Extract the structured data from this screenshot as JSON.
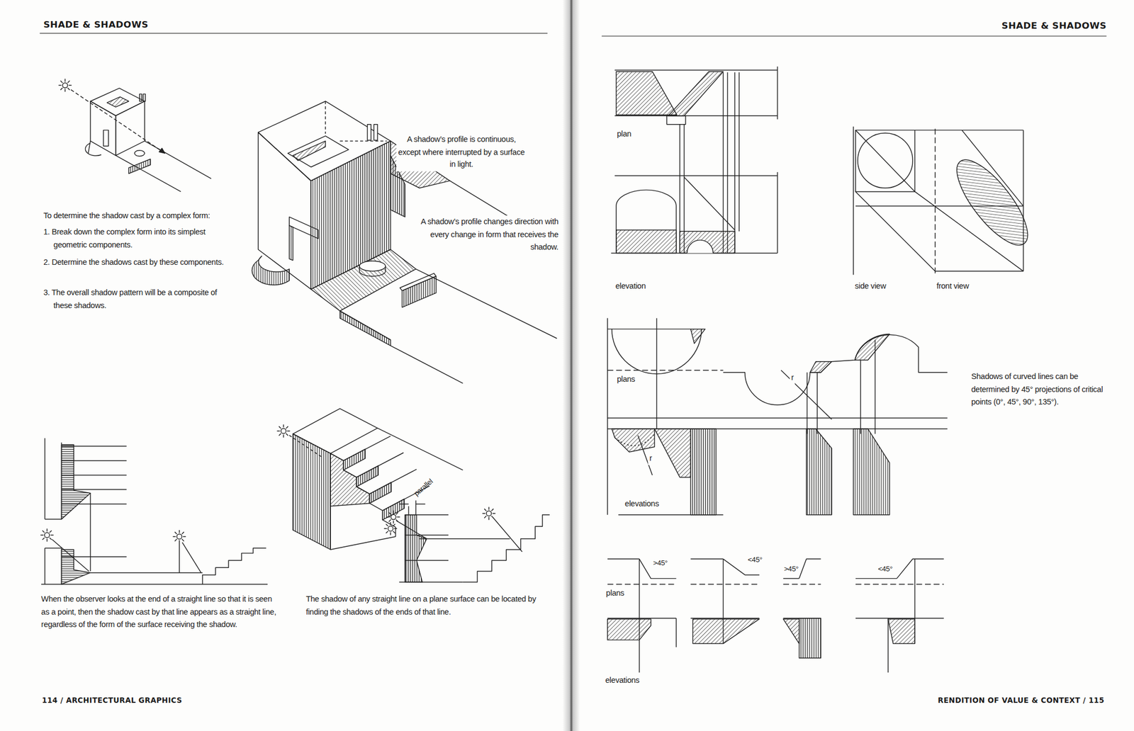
{
  "diagram": {
    "labels": [
      "SHADE & SHADOWS",
      "SHADE & SHADOWS",
      "To determine the shadow cast by a complex form:",
      "1. Break down the complex form into its simplest geometric components.",
      "2. Determine the shadows cast by these components.",
      "3. The overall shadow pattern will be a composite of these shadows.",
      "A shadow’s profile is continuous, except where interrupted by a surface in light.",
      "A shadow’s profile changes direction with every change in form that receives the shadow.",
      "parallel",
      "When the observer looks at the end of a straight line so that it is seen as a point, then the shadow cast by that line appears as a straight line, regardless of the form of the surface receiving the shadow.",
      "The shadow of any straight line on a plane surface can be located by finding the shadows of the ends of that line.",
      "114 / ARCHITECTURAL GRAPHICS",
      "plan",
      "elevation",
      "side view",
      "front view",
      "plans",
      "r",
      "r",
      "elevations",
      "Shadows of curved lines can be determined by 45° projections of critical points (0°, 45°, 90°, 135°).",
      ">45°",
      "<45°",
      ">45°",
      "<45°",
      "plans",
      "elevations",
      "RENDITION OF VALUE & CONTEXT / 115"
    ]
  }
}
